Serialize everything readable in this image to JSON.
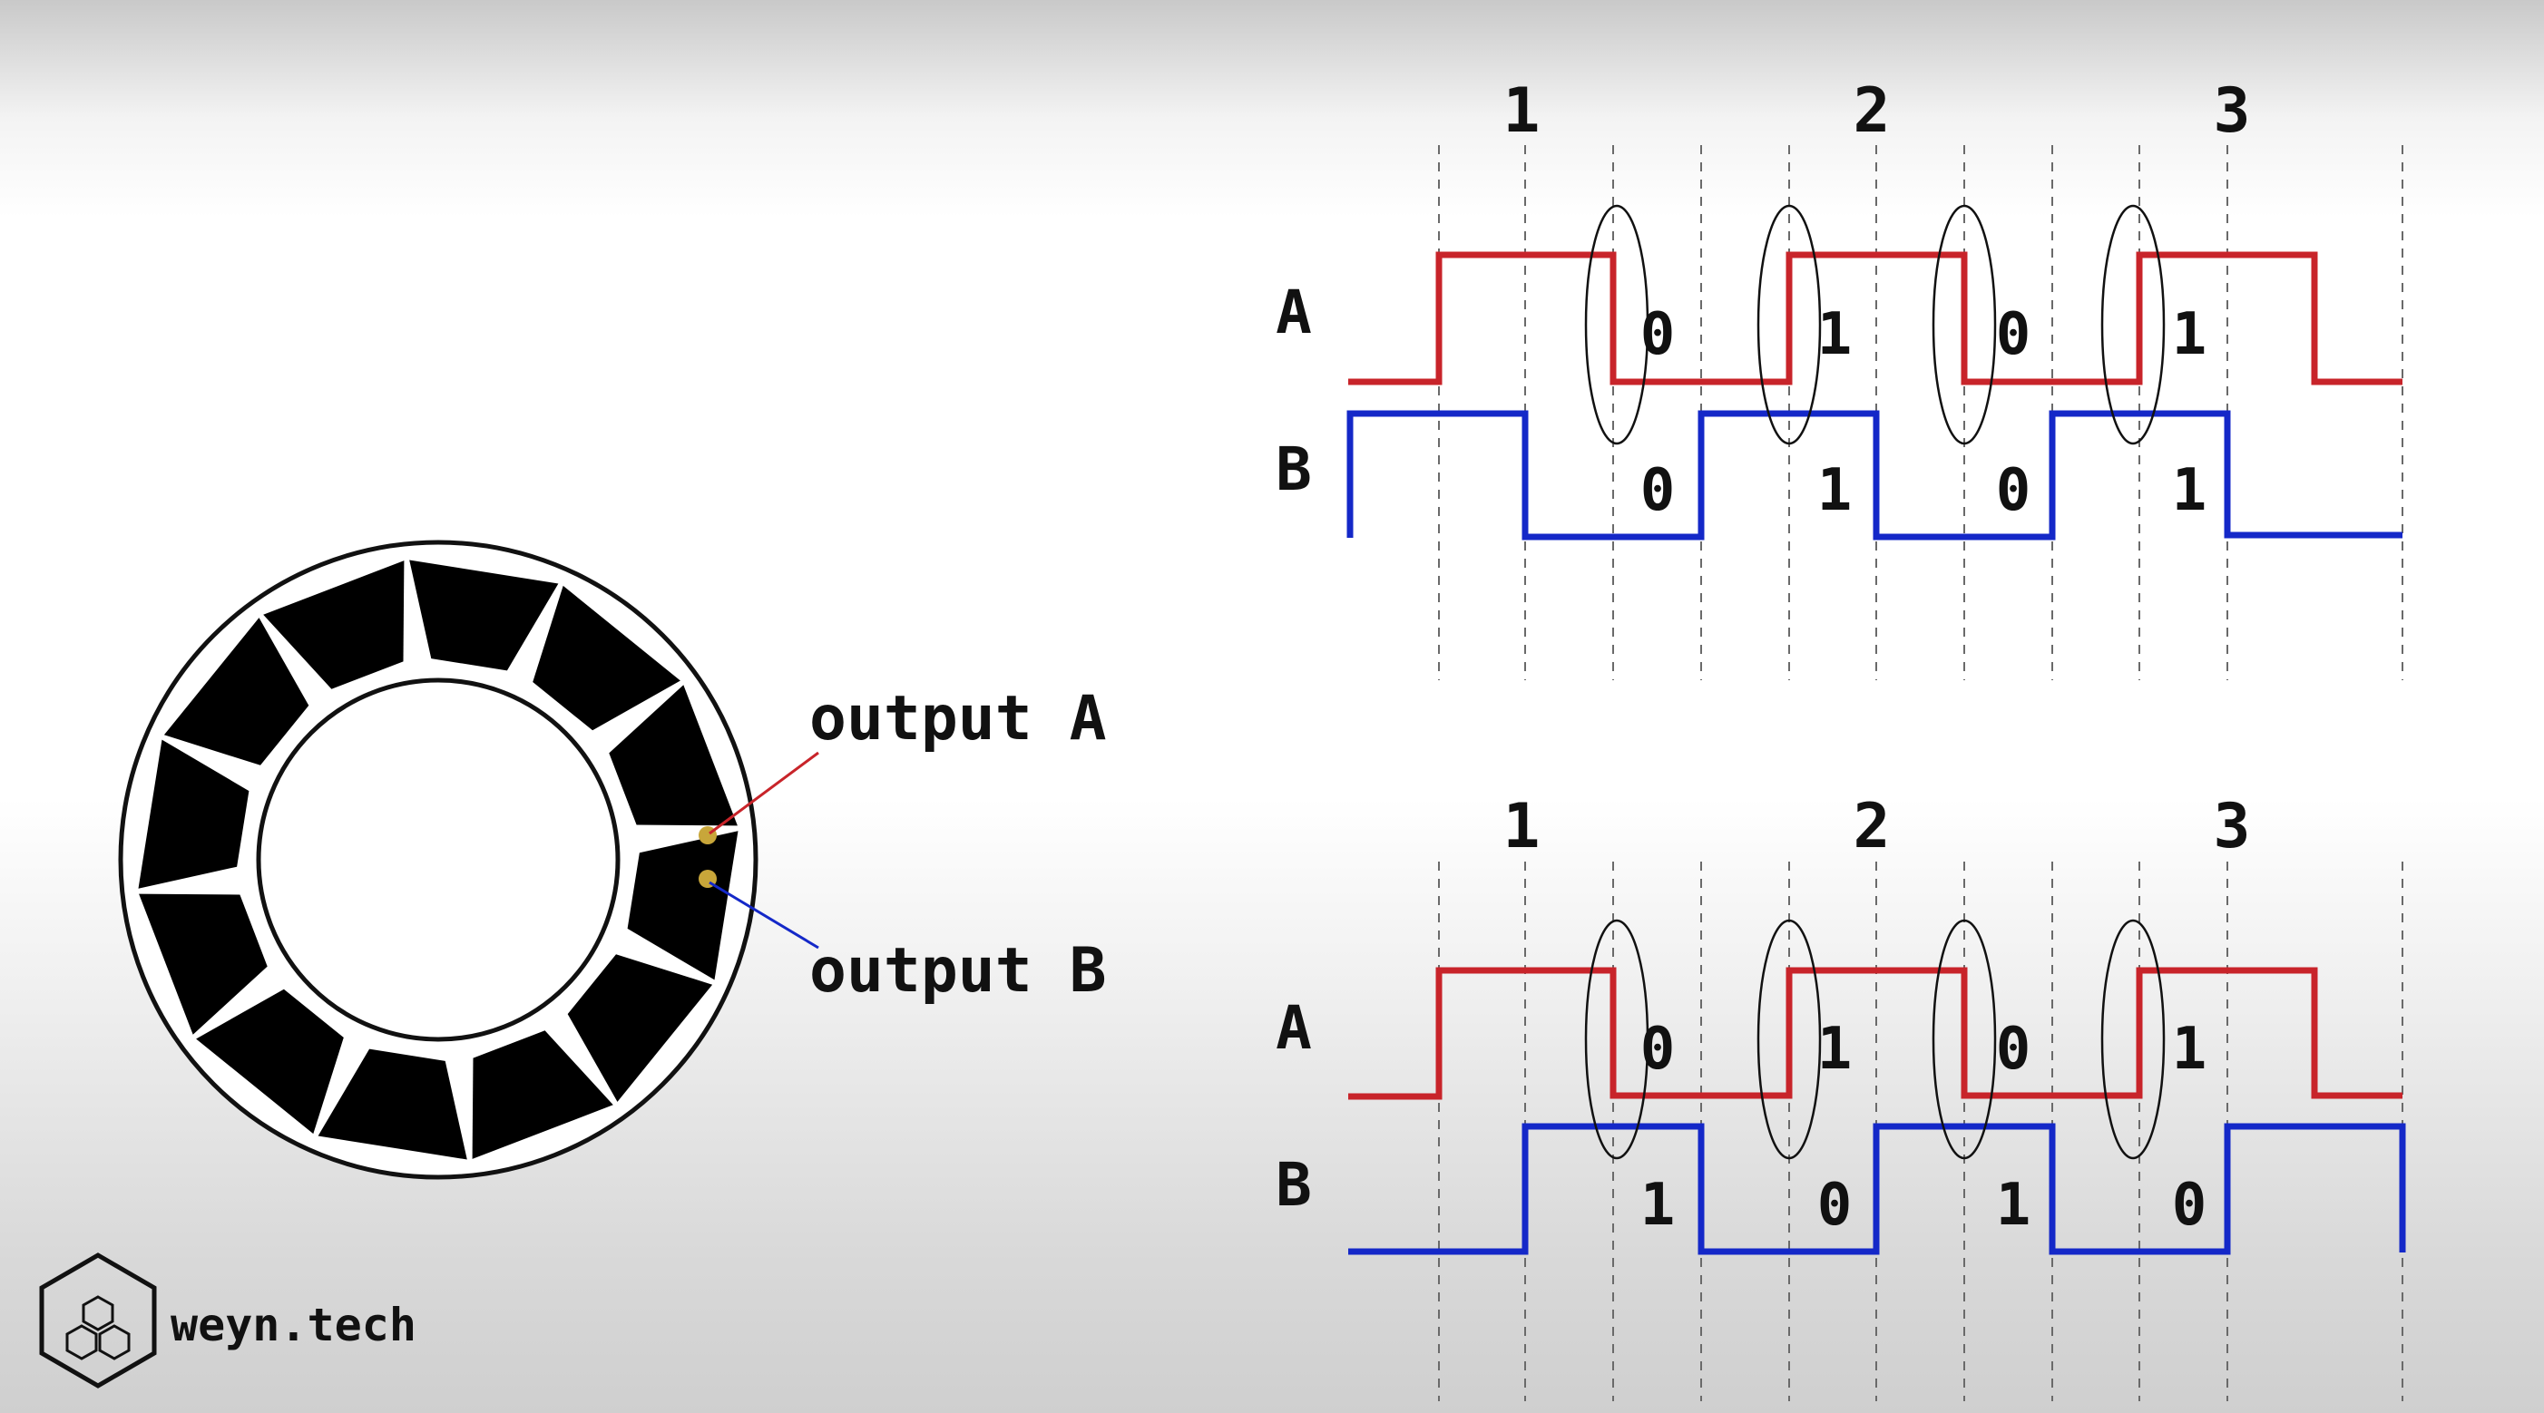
{
  "colors": {
    "signal_a": "#c8242a",
    "signal_b": "#1428c8",
    "sensor_dot": "#c8a63a",
    "ink": "#111111"
  },
  "encoder": {
    "output_a_label": "output A",
    "output_b_label": "output B"
  },
  "logo": {
    "icon": "cube-hexagon-icon",
    "text": "weyn.tech"
  },
  "diagrams": [
    {
      "channel_a_label": "A",
      "channel_b_label": "B",
      "step_labels": [
        "1",
        "2",
        "3"
      ],
      "a_bits": [
        "0",
        "1",
        "0",
        "1"
      ],
      "b_bits": [
        "0",
        "1",
        "0",
        "1"
      ]
    },
    {
      "channel_a_label": "A",
      "channel_b_label": "B",
      "step_labels": [
        "1",
        "2",
        "3"
      ],
      "a_bits": [
        "0",
        "1",
        "0",
        "1"
      ],
      "b_bits": [
        "1",
        "0",
        "1",
        "0"
      ]
    }
  ]
}
